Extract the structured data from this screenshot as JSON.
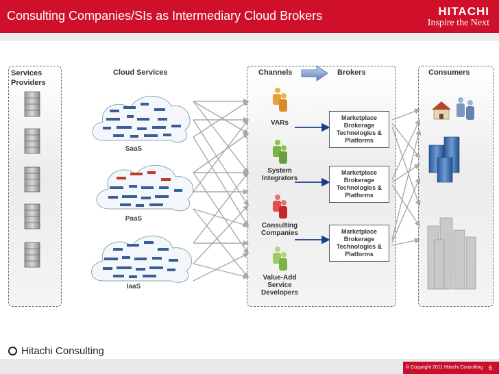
{
  "header": {
    "title": "Consulting Companies/SIs as Intermediary Cloud Brokers",
    "logo_main": "HITACHI",
    "logo_tagline": "Inspire the Next"
  },
  "columns": {
    "services_providers": "Services Providers",
    "cloud_services": "Cloud Services",
    "channels": "Channels",
    "brokers": "Brokers",
    "consumers": "Consumers"
  },
  "clouds": [
    "SaaS",
    "PaaS",
    "IaaS"
  ],
  "channels": [
    "VARs",
    "System Integrators",
    "Consulting Companies",
    "Value-Add Service Developers"
  ],
  "brokers": [
    {
      "lines": [
        "Marketplace",
        "Brokerage",
        "Technologies &",
        "Platforms"
      ]
    },
    {
      "lines": [
        "Marketplace",
        "Brokerage",
        "Technologies &",
        "Platforms"
      ]
    },
    {
      "lines": [
        "Marketplace",
        "Brokerage",
        "Technologies &",
        "Platforms"
      ]
    }
  ],
  "footer": {
    "company": "Hitachi Consulting",
    "copyright": "© Copyright 2011 Hitachi Consulting",
    "page_number": "6"
  },
  "colors": {
    "brand_red": "#d0102a",
    "broker_arrow_blue": "#1a3c8c",
    "connector_gray": "#a8a8a8"
  }
}
